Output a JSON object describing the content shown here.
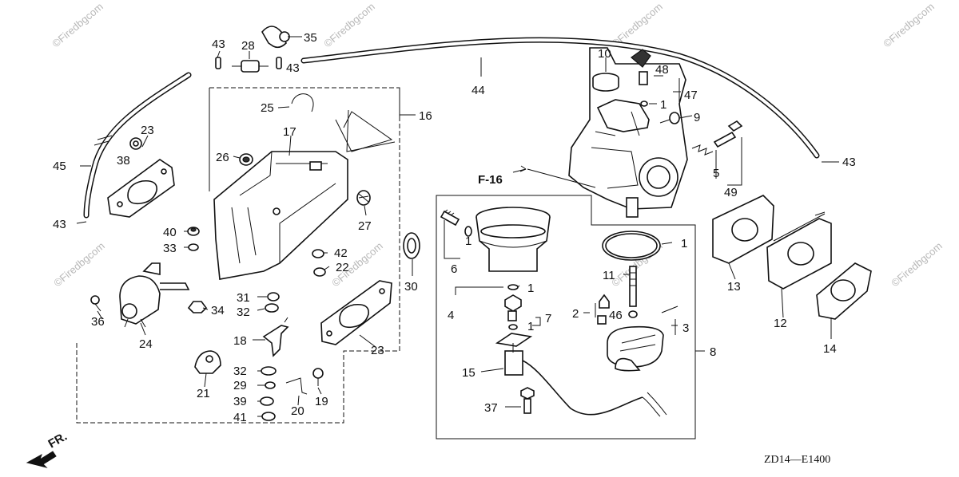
{
  "diagram": {
    "code": "ZD14—E1400",
    "front_label": "FR.",
    "ref_label": "F-16",
    "watermark": "©Firedbgcom",
    "callouts": [
      "1",
      "2",
      "3",
      "4",
      "5",
      "6",
      "7",
      "8",
      "9",
      "10",
      "11",
      "12",
      "13",
      "14",
      "15",
      "16",
      "17",
      "18",
      "19",
      "20",
      "21",
      "22",
      "23",
      "24",
      "25",
      "26",
      "27",
      "28",
      "29",
      "30",
      "31",
      "32",
      "33",
      "34",
      "35",
      "36",
      "37",
      "38",
      "39",
      "40",
      "41",
      "42",
      "43",
      "44",
      "45",
      "46",
      "47",
      "48",
      "49"
    ]
  },
  "labels": [
    {
      "id": "c43a",
      "text": "43"
    },
    {
      "id": "c28",
      "text": "28"
    },
    {
      "id": "c35",
      "text": "35"
    },
    {
      "id": "c43b",
      "text": "43"
    },
    {
      "id": "c44",
      "text": "44"
    },
    {
      "id": "c10",
      "text": "10"
    },
    {
      "id": "c48",
      "text": "48"
    },
    {
      "id": "c47",
      "text": "47"
    },
    {
      "id": "c1a",
      "text": "1"
    },
    {
      "id": "c9",
      "text": "9"
    },
    {
      "id": "c5",
      "text": "5"
    },
    {
      "id": "c49",
      "text": "49"
    },
    {
      "id": "c43c",
      "text": "43"
    },
    {
      "id": "c25",
      "text": "25"
    },
    {
      "id": "c16",
      "text": "16"
    },
    {
      "id": "c17",
      "text": "17"
    },
    {
      "id": "c23a",
      "text": "23"
    },
    {
      "id": "c38",
      "text": "38"
    },
    {
      "id": "c45",
      "text": "45"
    },
    {
      "id": "c26",
      "text": "26"
    },
    {
      "id": "c27",
      "text": "27"
    },
    {
      "id": "c43d",
      "text": "43"
    },
    {
      "id": "c40",
      "text": "40"
    },
    {
      "id": "c33",
      "text": "33"
    },
    {
      "id": "c42",
      "text": "42"
    },
    {
      "id": "c22",
      "text": "22"
    },
    {
      "id": "c30",
      "text": "30"
    },
    {
      "id": "c6",
      "text": "6"
    },
    {
      "id": "c1b",
      "text": "1"
    },
    {
      "id": "c1c",
      "text": "1"
    },
    {
      "id": "c11",
      "text": "11"
    },
    {
      "id": "c13",
      "text": "13"
    },
    {
      "id": "c4",
      "text": "4"
    },
    {
      "id": "c1d",
      "text": "1"
    },
    {
      "id": "c31",
      "text": "31"
    },
    {
      "id": "c32a",
      "text": "32"
    },
    {
      "id": "c34",
      "text": "34"
    },
    {
      "id": "c36",
      "text": "36"
    },
    {
      "id": "c24",
      "text": "24"
    },
    {
      "id": "c2",
      "text": "2"
    },
    {
      "id": "c46",
      "text": "46"
    },
    {
      "id": "c7",
      "text": "7"
    },
    {
      "id": "c1e",
      "text": "1"
    },
    {
      "id": "c3",
      "text": "3"
    },
    {
      "id": "c12",
      "text": "12"
    },
    {
      "id": "c14",
      "text": "14"
    },
    {
      "id": "c18",
      "text": "18"
    },
    {
      "id": "c23b",
      "text": "23"
    },
    {
      "id": "c8",
      "text": "8"
    },
    {
      "id": "c15",
      "text": "15"
    },
    {
      "id": "c32b",
      "text": "32"
    },
    {
      "id": "c29",
      "text": "29"
    },
    {
      "id": "c21",
      "text": "21"
    },
    {
      "id": "c39",
      "text": "39"
    },
    {
      "id": "c19",
      "text": "19"
    },
    {
      "id": "c20",
      "text": "20"
    },
    {
      "id": "c41",
      "text": "41"
    },
    {
      "id": "c37",
      "text": "37"
    }
  ]
}
